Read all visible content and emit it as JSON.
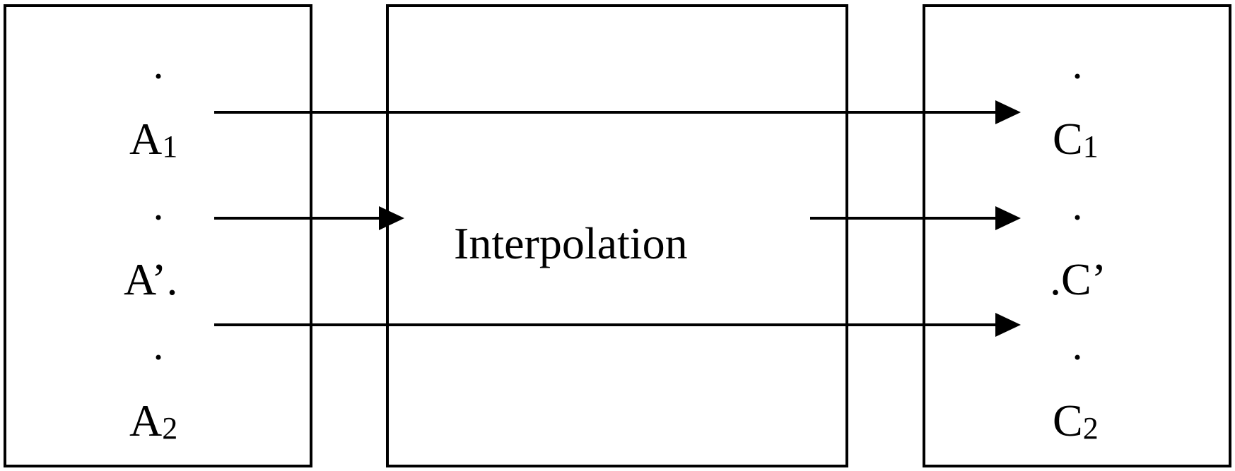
{
  "diagram": {
    "left_box": {
      "labels": {
        "a1_main": "A",
        "a1_sub": "1",
        "a_prime": "A’.",
        "a2_main": "A",
        "a2_sub": "2"
      }
    },
    "middle_box": {
      "label": "Interpolation"
    },
    "right_box": {
      "labels": {
        "c1_main": "C",
        "c1_sub": "1",
        "c_prime": ".C’",
        "c2_main": "C",
        "c2_sub": "2"
      }
    },
    "colors": {
      "stroke": "#000000",
      "background": "#ffffff"
    }
  }
}
